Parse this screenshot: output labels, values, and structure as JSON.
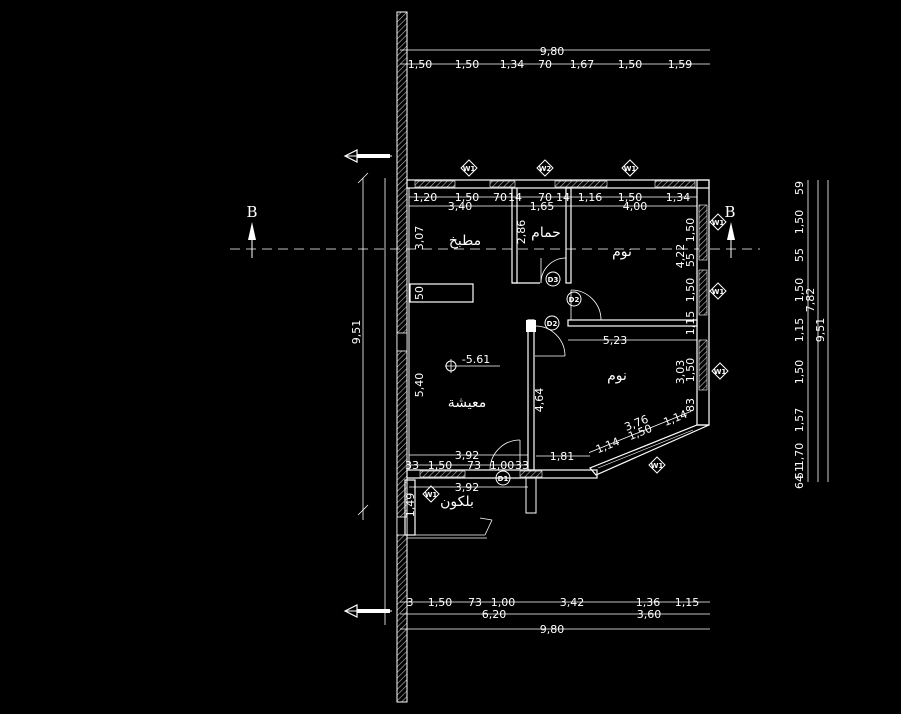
{
  "colors": {
    "background": "#000000",
    "lines": "#ffffff"
  },
  "section_marks": [
    "B",
    "B"
  ],
  "rooms": {
    "kitchen": "مطبخ",
    "bath": "حمام",
    "bedroom1": "نوم",
    "bedroom2": "نوم",
    "living": "معيشة",
    "balcony": "بلكون"
  },
  "level": "-5.61",
  "tags": {
    "w1": "W1",
    "w2": "W2",
    "d1": "D1",
    "d2": "D2",
    "d3": "D3"
  },
  "dims_top": {
    "total": "9,80",
    "chain": [
      "1,50",
      "1,50",
      "1,34",
      "70",
      "1,67",
      "1,50",
      "1,59"
    ]
  },
  "dims_top_inner": {
    "row1": [
      "1,20",
      "1,50",
      "70",
      "14",
      "70",
      "14",
      "1,16",
      "1,50",
      "1,34"
    ],
    "row2": [
      "3,40",
      "1,65",
      "4,00"
    ]
  },
  "dims_bottom": {
    "chain": [
      "3",
      "1,50",
      "73",
      "1,00",
      "3,42",
      "1,36",
      "1,15"
    ],
    "sub": [
      "6,20",
      "3,60"
    ],
    "total": "9,80"
  },
  "dims_inner": {
    "kitchen_height": "3,07",
    "bath_height": "2,86",
    "living_height": "5,40",
    "counter": "50",
    "corridor_height": "4,64",
    "bed1_height": "4,22",
    "bed2_height": "3,03",
    "bed_width": "5,23",
    "living_width": "3,92",
    "balcony_width": "3,92",
    "balcony_depth": "1,49",
    "bottom_row": [
      "33",
      "1,50",
      "73",
      "1,00",
      "33"
    ],
    "right_wall": "1,81",
    "diag1": "1,14",
    "diag2": "1,50",
    "diag3": "1,14",
    "diag_total": "3,76"
  },
  "dims_right": {
    "inner": [
      "1,50",
      "55",
      "1,50",
      "1,15",
      "1,50",
      "83"
    ],
    "chain": [
      "59",
      "1,50",
      "55",
      "1,50",
      "1,15",
      "1,50",
      "1,57",
      "1,70",
      "51",
      "64"
    ],
    "sub": "7,82",
    "total": "9,51"
  },
  "dims_left": {
    "total": "9,51"
  }
}
